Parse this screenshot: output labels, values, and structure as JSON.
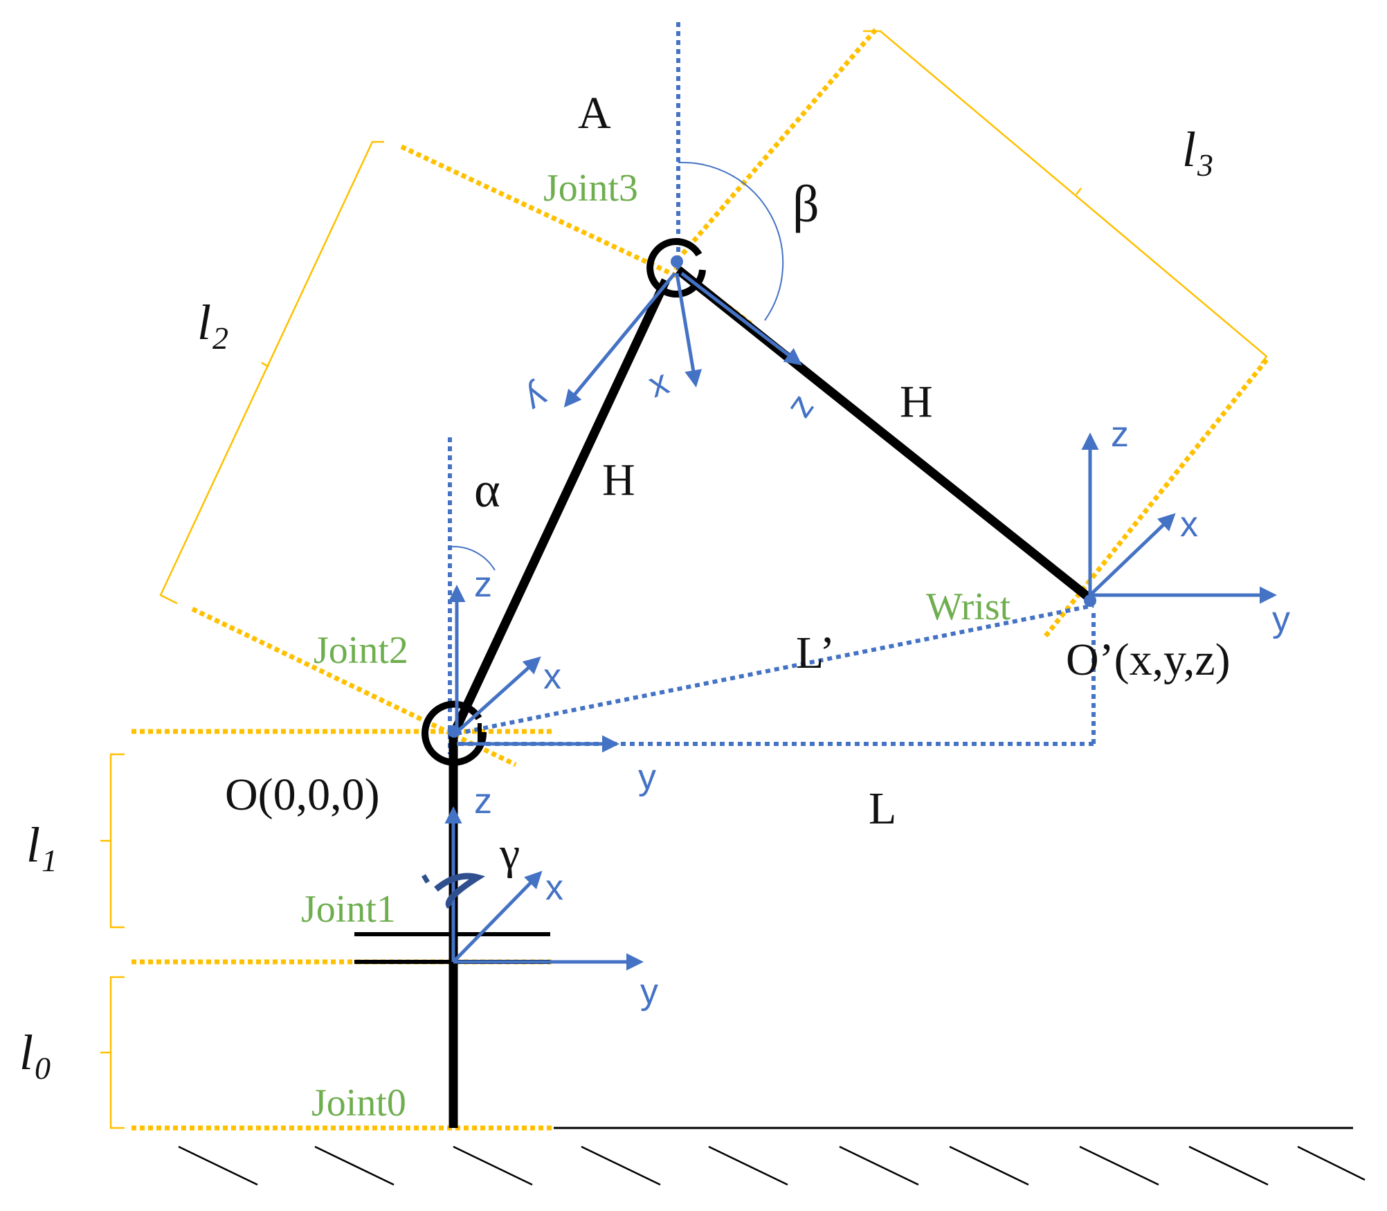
{
  "colors": {
    "link": "#000000",
    "axis_blue": "#4472c4",
    "joint_green": "#6fae4f",
    "dim_orange": "#ffc000",
    "text": "#111111"
  },
  "labels": {
    "point_A": "A",
    "angle_beta": "β",
    "angle_alpha": "α",
    "angle_gamma": "γ",
    "link_H_upper": "H",
    "link_H_lower": "H",
    "dist_L_prime": "L’",
    "dist_L": "L",
    "origin": "O(0,0,0)",
    "wrist_point": "O’(x,y,z)"
  },
  "joints": {
    "joint0": "Joint0",
    "joint1": "Joint1",
    "joint2": "Joint2",
    "joint3": "Joint3",
    "wrist": "Wrist"
  },
  "dimensions": {
    "l0": {
      "letter": "l",
      "sub": "0"
    },
    "l1": {
      "letter": "l",
      "sub": "1"
    },
    "l2": {
      "letter": "l",
      "sub": "2"
    },
    "l3": {
      "letter": "l",
      "sub": "3"
    }
  },
  "axes": {
    "joint1": {
      "x": "x",
      "y": "y",
      "z": "z"
    },
    "joint2": {
      "x": "x",
      "y": "y",
      "z": "z"
    },
    "joint3": {
      "x": "x",
      "y": "y",
      "z": "z"
    },
    "wrist": {
      "x": "x",
      "y": "y",
      "z": "z"
    }
  }
}
